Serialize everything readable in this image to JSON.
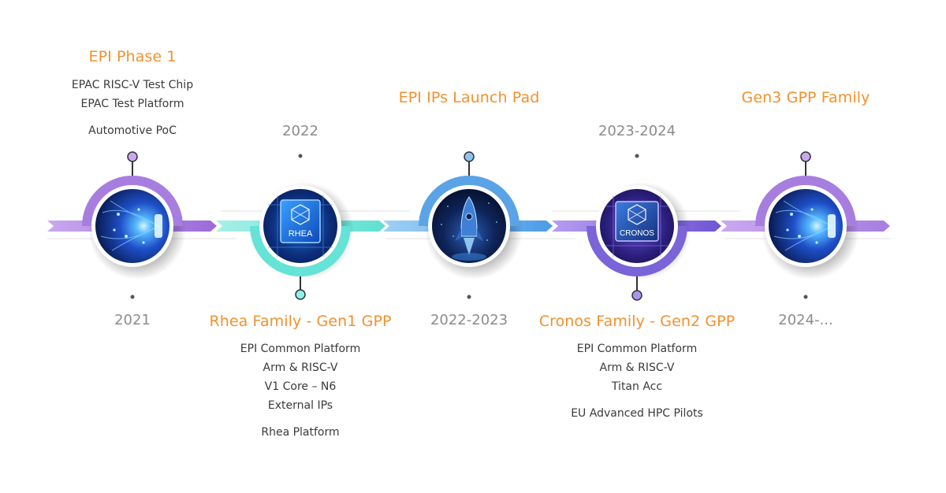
{
  "milestones": [
    {
      "id": "epi-phase-1",
      "title": "EPI Phase 1",
      "year": "2021",
      "items": [
        "EPAC RISC-V Test Chip",
        "EPAC Test Platform",
        "",
        "Automotive PoC"
      ],
      "image": "neural-chip-image",
      "accent": "#9b6ad9"
    },
    {
      "id": "rhea",
      "title": "Rhea Family - Gen1 GPP",
      "year": "2022",
      "chip_label": "RHEA",
      "items": [
        "EPI Common Platform",
        "Arm & RISC-V",
        "V1 Core – N6",
        "External IPs",
        "",
        "Rhea Platform"
      ],
      "image": "rhea-chip-image",
      "accent": "#64e3d6"
    },
    {
      "id": "launch-pad",
      "title": "EPI IPs Launch Pad",
      "year": "2022-2023",
      "items": [],
      "image": "rocket-image",
      "accent": "#5aa3e6"
    },
    {
      "id": "cronos",
      "title": "Cronos Family - Gen2 GPP",
      "year": "2023-2024",
      "chip_label": "CRONOS",
      "items": [
        "EPI Common Platform",
        "Arm & RISC-V",
        "Titan Acc",
        "",
        "EU Advanced HPC Pilots"
      ],
      "image": "cronos-chip-image",
      "accent": "#7b63d8"
    },
    {
      "id": "gen3",
      "title": "Gen3 GPP Family",
      "year": "2024-...",
      "items": [],
      "image": "neural-chip-image",
      "accent": "#a77ee0"
    }
  ],
  "colors": {
    "title": "#f2912d",
    "year": "#8c8c8c",
    "text": "#3a3a3a"
  }
}
